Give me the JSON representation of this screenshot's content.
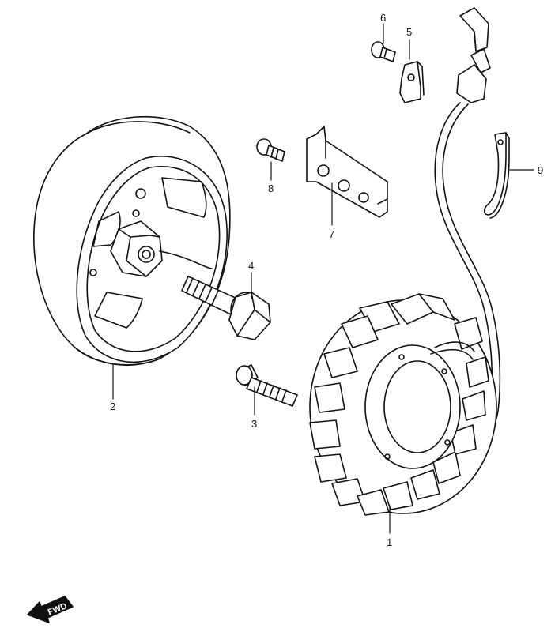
{
  "diagram": {
    "parts": [
      {
        "id": "stator",
        "number": "1"
      },
      {
        "id": "rotor",
        "number": "2"
      },
      {
        "id": "stator-bolt",
        "number": "3"
      },
      {
        "id": "rotor-bolt",
        "number": "4"
      },
      {
        "id": "clamp",
        "number": "5"
      },
      {
        "id": "clamp-screw",
        "number": "6"
      },
      {
        "id": "cover-plate",
        "number": "7"
      },
      {
        "id": "plate-screw",
        "number": "8"
      },
      {
        "id": "wire-clamp",
        "number": "9"
      }
    ],
    "direction_marker": "FWD"
  }
}
